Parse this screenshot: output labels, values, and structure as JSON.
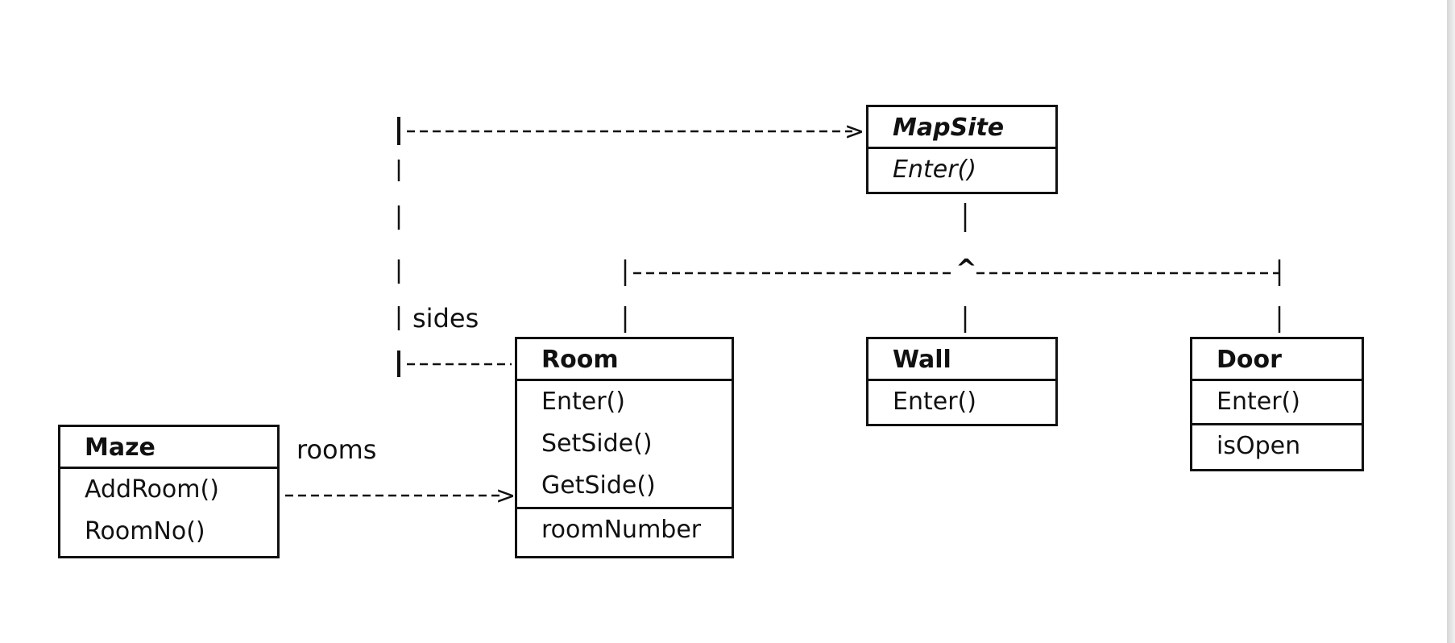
{
  "classes": {
    "mapsite": {
      "name": "MapSite",
      "methods": [
        "Enter()"
      ]
    },
    "room": {
      "name": "Room",
      "methods": [
        "Enter()",
        "SetSide()",
        "GetSide()"
      ],
      "attributes": [
        "roomNumber"
      ]
    },
    "wall": {
      "name": "Wall",
      "methods": [
        "Enter()"
      ]
    },
    "door": {
      "name": "Door",
      "methods": [
        "Enter()"
      ],
      "attributes": [
        "isOpen"
      ]
    },
    "maze": {
      "name": "Maze",
      "methods": [
        "AddRoom()",
        "RoomNo()"
      ]
    }
  },
  "labels": {
    "sides": "sides",
    "rooms": "rooms",
    "inheritance_caret": "^",
    "arrow_head": ">"
  }
}
